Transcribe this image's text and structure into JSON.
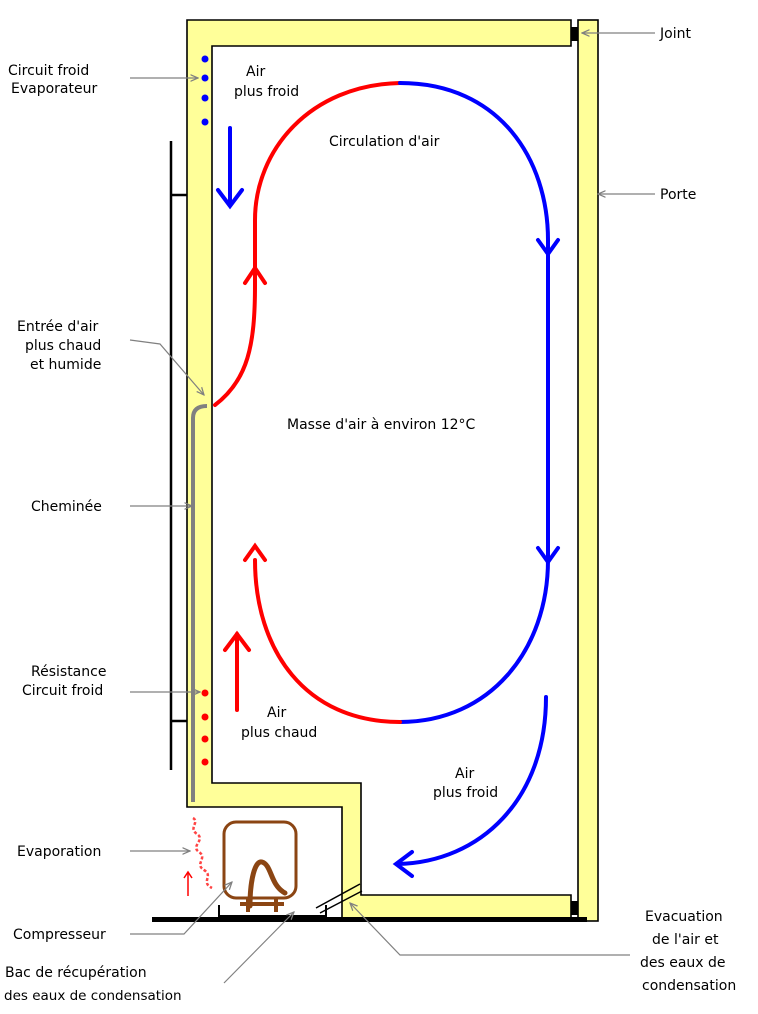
{
  "labels": {
    "circuit_froid_evap_1": "Circuit froid",
    "circuit_froid_evap_2": "Evaporateur",
    "air_froid_top_1": "Air",
    "air_froid_top_2": "plus froid",
    "circulation": "Circulation d'air",
    "joint": "Joint",
    "porte": "Porte",
    "entree_1": "Entrée d'air",
    "entree_2": "plus chaud",
    "entree_3": "et humide",
    "masse": "Masse d'air à environ 12°C",
    "cheminee": "Cheminée",
    "resistance_1": "Résistance",
    "resistance_2": "Circuit froid",
    "air_chaud_1": "Air",
    "air_chaud_2": "plus chaud",
    "air_froid_bottom_1": "Air",
    "air_froid_bottom_2": "plus froid",
    "evaporation": "Evaporation",
    "compresseur": "Compresseur",
    "bac_1": "Bac de récupération",
    "bac_2": "des eaux de condensation",
    "evacuation_1": "Evacuation",
    "evacuation_2": "de l'air et",
    "evacuation_3": "des eaux de",
    "evacuation_4": "condensation"
  },
  "colors": {
    "wall": "#ffff99",
    "outline": "#000000",
    "cold": "#0000ff",
    "warm": "#ff0000",
    "chimney": "#808080",
    "compressor": "#8b4513",
    "leader": "#808080"
  }
}
